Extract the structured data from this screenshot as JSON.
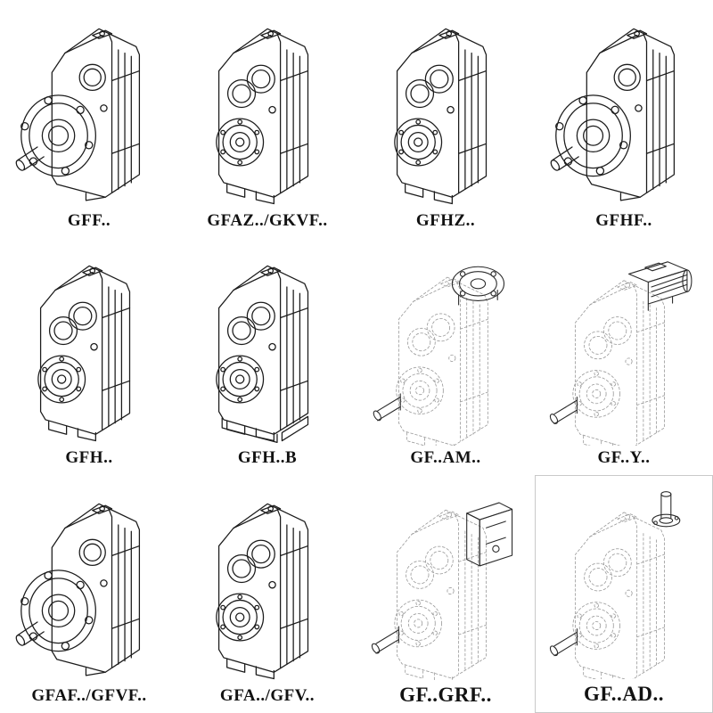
{
  "page": {
    "background": "#ffffff",
    "line_color": "#1c1c1c",
    "phantom_line_color": "#9a9a9a",
    "label_color": "#121212"
  },
  "grid": {
    "rows": 3,
    "cols": 4,
    "items": [
      {
        "id": "gff",
        "label": "GFF..",
        "variant": "flange-solid",
        "style": "solid-line-drawing"
      },
      {
        "id": "gfaz-gkvf",
        "label": "GFAZ../GKVF..",
        "variant": "shaft-solid",
        "style": "solid-line-drawing"
      },
      {
        "id": "gfhz",
        "label": "GFHZ..",
        "variant": "shaft-solid",
        "style": "solid-line-drawing"
      },
      {
        "id": "gfhf",
        "label": "GFHF..",
        "variant": "flange-solid",
        "style": "solid-line-drawing"
      },
      {
        "id": "gfh",
        "label": "GFH..",
        "variant": "shaft-solid",
        "style": "solid-line-drawing"
      },
      {
        "id": "gfh-b",
        "label": "GFH..B",
        "variant": "shaft-solid-b",
        "style": "solid-line-drawing"
      },
      {
        "id": "gf-am",
        "label": "GF..AM..",
        "variant": "dashed-flange",
        "style": "phantom-line-drawing"
      },
      {
        "id": "gf-y",
        "label": "GF..Y..",
        "variant": "dashed-motor",
        "style": "phantom-line-drawing"
      },
      {
        "id": "gfaf-gfvf",
        "label": "GFAF../GFVF..",
        "variant": "flange-solid",
        "style": "solid-line-drawing"
      },
      {
        "id": "gfa-gfv",
        "label": "GFA../GFV..",
        "variant": "shaft-solid",
        "style": "solid-line-drawing"
      },
      {
        "id": "gf-grf",
        "label": "GF..GRF..",
        "variant": "dashed-grf",
        "style": "phantom-line-drawing"
      },
      {
        "id": "gf-ad",
        "label": "GF..AD..",
        "variant": "dashed-ad",
        "style": "phantom-line-drawing"
      }
    ]
  }
}
